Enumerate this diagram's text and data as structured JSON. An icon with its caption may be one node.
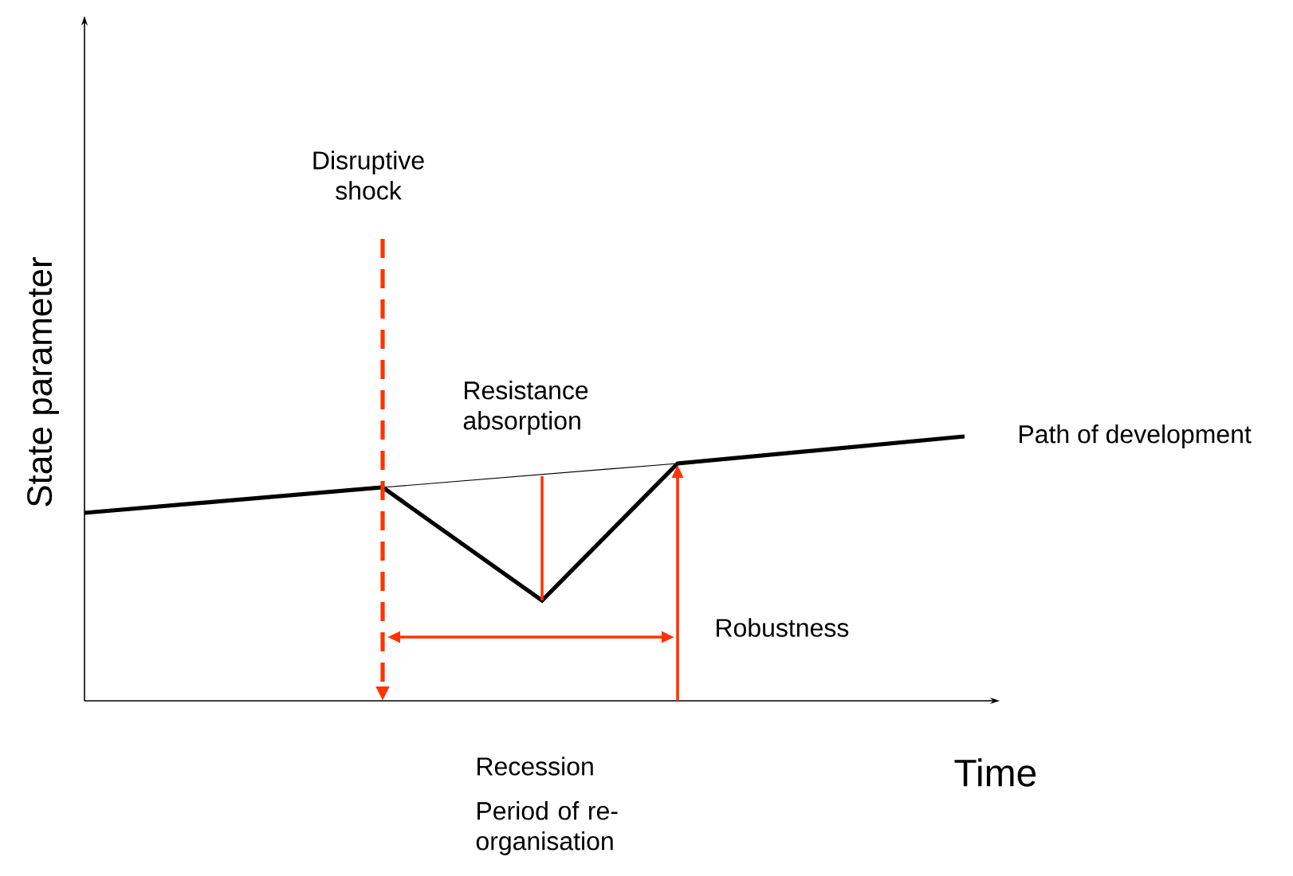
{
  "diagram": {
    "labels": [
      "Disruptive shock",
      "Resistance absorption",
      "Path of development",
      "State parameter",
      "Robustness",
      "Recession",
      "Time",
      "Period of re-organisation"
    ]
  }
}
